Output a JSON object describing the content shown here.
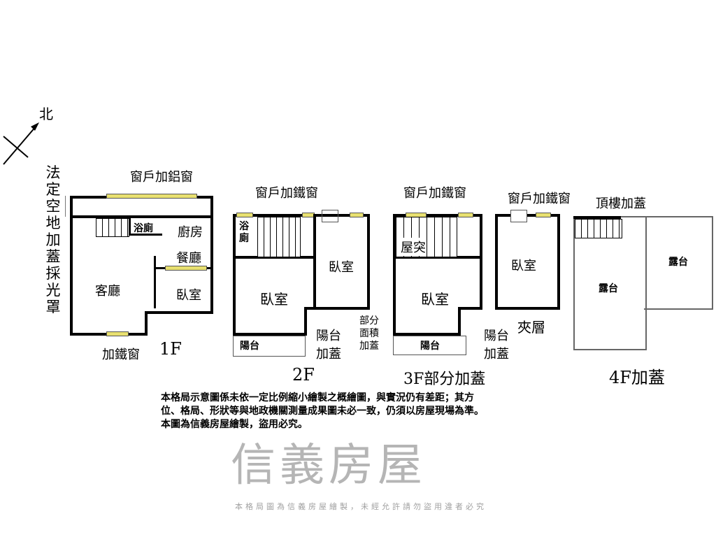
{
  "compass": {
    "north": "北"
  },
  "floor1": {
    "title": "1F",
    "side_note": "法定空地加蓋採光罩",
    "window_top": "窗戶加鋁窗",
    "window_bottom": "加鐵窗",
    "bath": "浴廁",
    "kitchen": "廚房",
    "dining": "餐廳",
    "living": "客廳",
    "bedroom": "臥室"
  },
  "floor2": {
    "title": "2F",
    "window": "窗戶加鐵窗",
    "bath": "浴廁",
    "bedroom_a": "臥室",
    "bedroom_b": "臥室",
    "balcony": "陽台",
    "balcony_note": "陽台加蓋"
  },
  "floor3": {
    "title": "3F部分加蓋",
    "window": "窗戶加鐵窗",
    "roof_room": "屋突",
    "bedroom": "臥室",
    "partial_note": "部分面積加蓋",
    "balcony": "陽台",
    "balcony_note": "陽台加蓋"
  },
  "mezzanine": {
    "title": "夾層",
    "window": "窗戶加鐵窗",
    "bedroom": "臥室"
  },
  "floor4": {
    "title": "4F加蓋",
    "roof_note": "頂樓加蓋",
    "terrace_a": "露台",
    "terrace_b": "露台"
  },
  "watermark": {
    "logo": "信義房屋",
    "text": "本格局圖為信義房屋繪製，未經允許請勿盜用違者必究"
  },
  "disclaimer": [
    "本格局示意圖係未依一定比例縮小繪製之概繪圖，與實況仍有差距；其方",
    "位、格局、形狀等與地政機關測量成果圖未必一致，仍須以房屋現場為準。",
    "本圖為信義房屋繪製，盜用必究。"
  ]
}
